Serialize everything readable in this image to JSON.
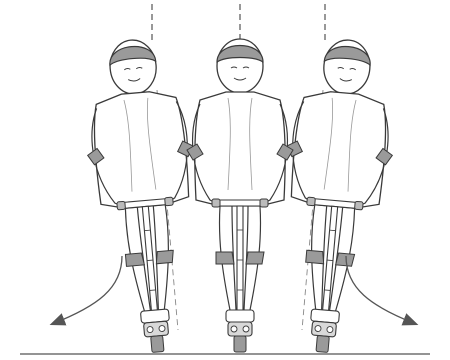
{
  "illustration": {
    "riders": [
      {
        "position": "left",
        "posture": "leaning-left"
      },
      {
        "position": "center",
        "posture": "upright"
      },
      {
        "position": "right",
        "posture": "leaning-right"
      }
    ],
    "arrows": [
      {
        "side": "left",
        "direction": "curving-down-left"
      },
      {
        "side": "right",
        "direction": "curving-down-right"
      }
    ],
    "colors": {
      "outline": "#3a3a3a",
      "fill": "#ffffff",
      "shaded": "#9a9a9a",
      "background": "#ffffff"
    }
  }
}
